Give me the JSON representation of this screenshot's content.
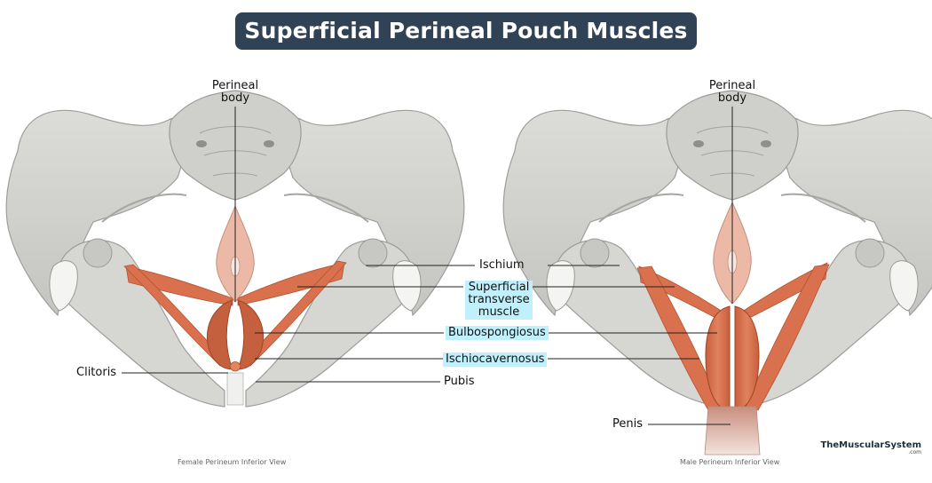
{
  "title": "Superficial Perineal Pouch Muscles",
  "labels": {
    "perineal_body_left": "Perineal\nbody",
    "perineal_body_right": "Perineal\nbody",
    "ischium": "Ischium",
    "superficial_transverse": "Superficial\ntransverse\nmuscle",
    "bulbospongiosus": "Bulbospongiosus",
    "ischiocavernosus": "Ischiocavernosus",
    "pubis": "Pubis",
    "clitoris": "Clitoris",
    "penis": "Penis"
  },
  "captions": {
    "female": "Female Perineum Inferior View",
    "male": "Male Perineum Inferior View"
  },
  "brand": {
    "name": "TheMuscularSystem",
    "suffix": ".com"
  },
  "colors": {
    "bone": "#d3d3d0",
    "bone_shade": "#a9a9a5",
    "muscle": "#d9714e",
    "muscle_dark": "#b4532f",
    "perineal_body": "#ebb9a6",
    "highlight": "#bff0fb",
    "title_bg": "#2f4256"
  }
}
